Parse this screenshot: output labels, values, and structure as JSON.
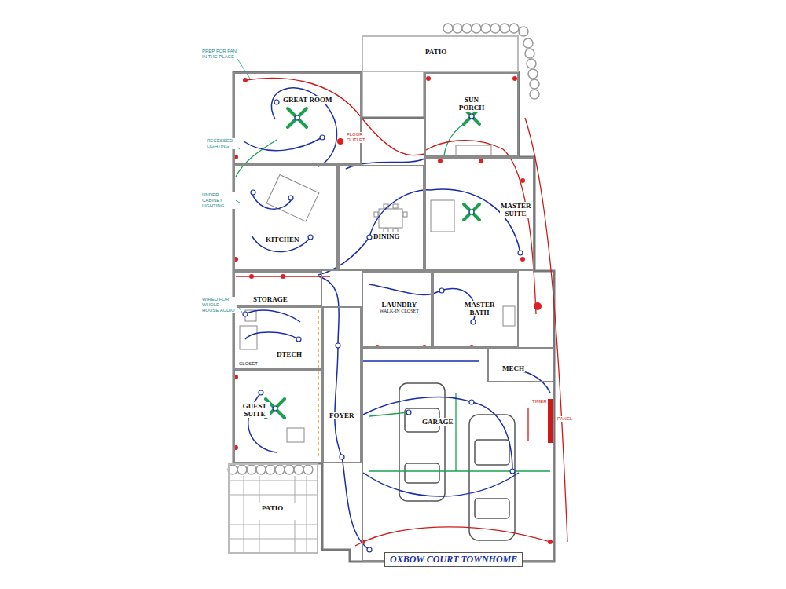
{
  "diagram": {
    "title": "OXBOW COURT TOWNHOME",
    "nodes": [
      {
        "text": [
          "PATIO"
        ]
      },
      {
        "text": [
          "GREAT ROOM"
        ]
      },
      {
        "text": [
          "SUN PORCH"
        ]
      },
      {
        "text": [
          "KITCHEN"
        ]
      },
      {
        "text": [
          "DINING"
        ]
      },
      {
        "text": [
          "MASTER SUITE"
        ]
      },
      {
        "text": [
          "STORAGE"
        ]
      },
      {
        "text": [
          "LAUNDRY",
          "WALK-IN CLOSET"
        ]
      },
      {
        "text": [
          "MASTER BATH"
        ]
      },
      {
        "text": [
          "DTECH"
        ]
      },
      {
        "text": [
          "GUEST SUITE"
        ]
      },
      {
        "text": [
          "FOYER"
        ]
      },
      {
        "text": [
          "MECH"
        ]
      },
      {
        "text": [
          "GARAGE"
        ]
      },
      {
        "text": [
          "PATIO"
        ]
      }
    ],
    "labels": [
      "PREP FOR FAN IN THE PLACE",
      "RECESSED LIGHTING",
      "UNDER CABINET LIGHTING",
      "WIRED FOR WHOLE HOUSE AUDIO",
      "CLOSET",
      "FLOOR OUTLET",
      "PANEL",
      "TIMER"
    ]
  }
}
